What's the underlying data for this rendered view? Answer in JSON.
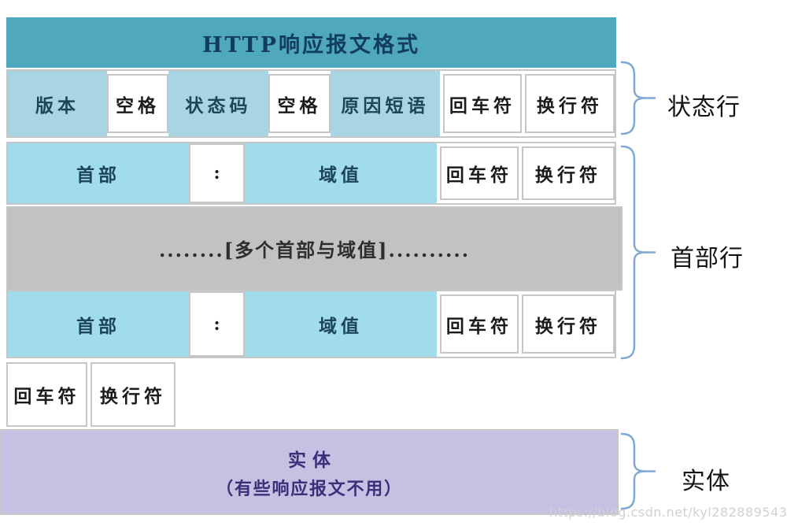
{
  "header": {
    "title": "HTTP响应报文格式"
  },
  "rows": {
    "status": {
      "cells": [
        "版本",
        "空格",
        "状态码",
        "空格",
        "原因短语",
        "回车符",
        "换行符"
      ]
    },
    "header1": {
      "cells": [
        "首部",
        ":",
        "域值",
        "回车符",
        "换行符"
      ]
    },
    "ellipsis": {
      "text": "........[多个首部与域值].........."
    },
    "header2": {
      "cells": [
        "首部",
        ":",
        "域值",
        "回车符",
        "换行符"
      ]
    },
    "crlf": {
      "cells": [
        "回车符",
        "换行符"
      ]
    },
    "entity": {
      "line1": "实体",
      "line2": "（有些响应报文不用）"
    }
  },
  "braces": {
    "status_label": "状态行",
    "headers_label": "首部行",
    "entity_label": "实体"
  },
  "watermark": "https://blog.csdn.net/kyl282889543",
  "colors": {
    "teal": "#4FA8BE",
    "blue": "#A9D4E2",
    "cyan": "#A0DCEA",
    "gray": "#C3C2C2",
    "purple": "#C6C1E3",
    "border": "#C6C6C6",
    "brace": "#7FA8D2",
    "header_text": "#123D5F",
    "cell_text": "#1C4558",
    "white_cell_text": "#1B1B1B",
    "entity_text": "#3A3079",
    "watermark": "#D0D0D6"
  }
}
